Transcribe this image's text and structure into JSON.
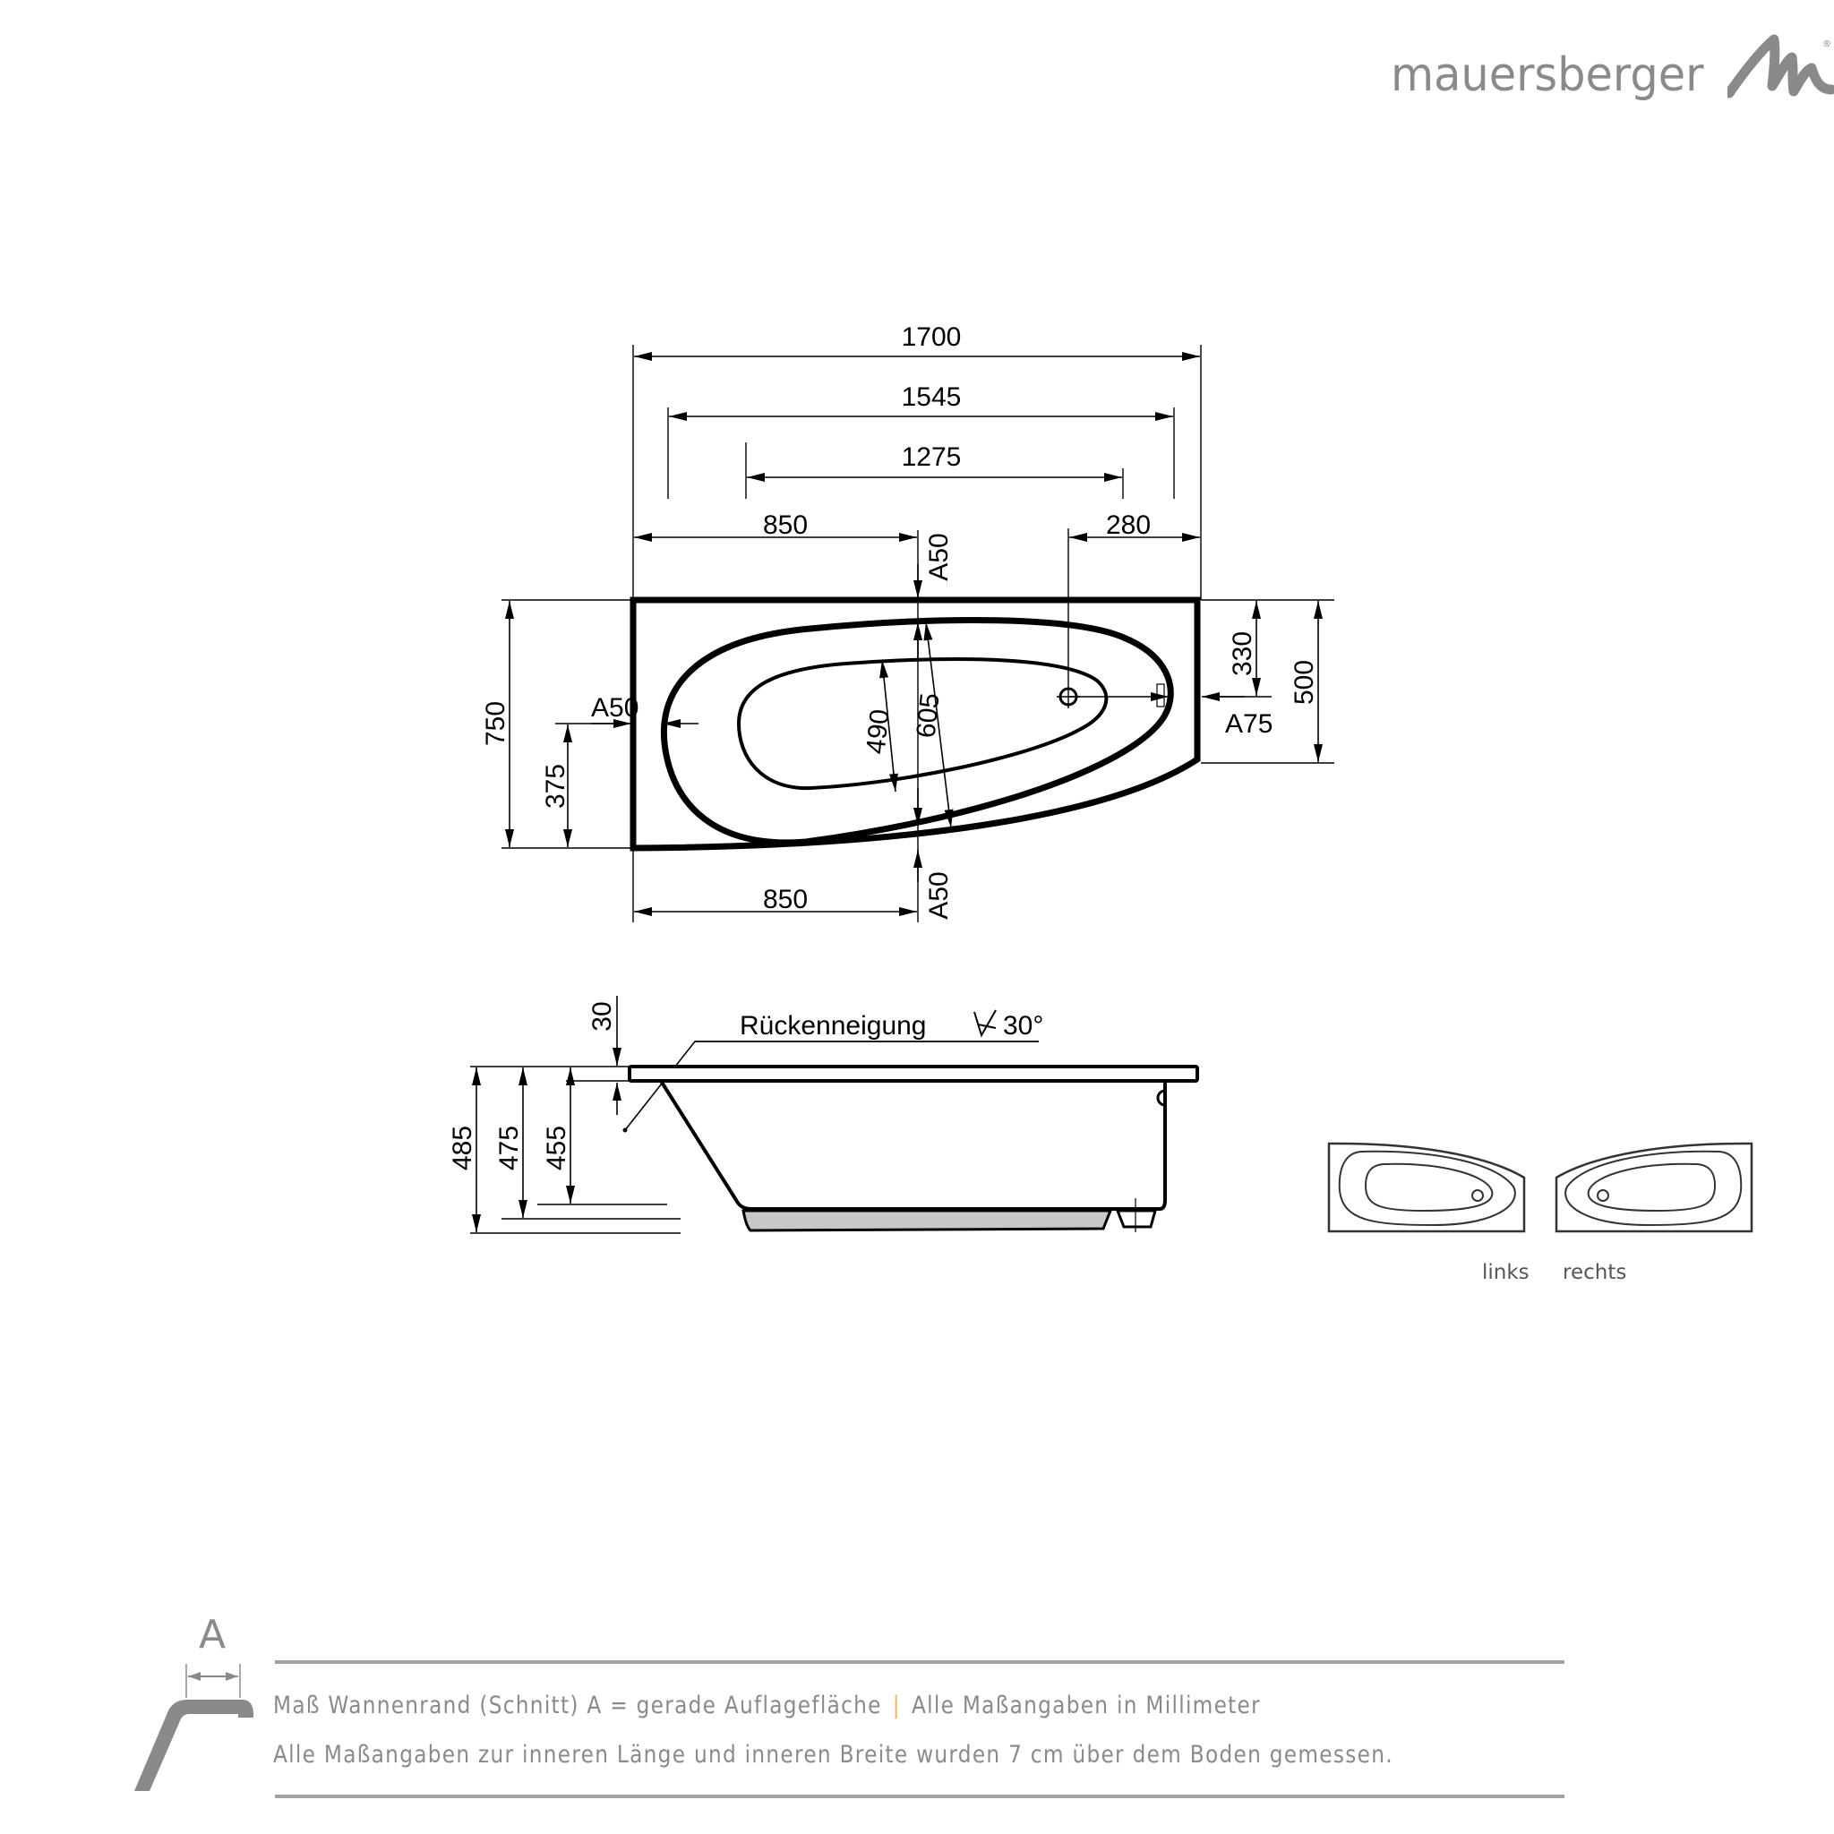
{
  "brand": {
    "name": "mauersberger",
    "registered": "®",
    "color": "#8a8a8a"
  },
  "top_view": {
    "overall_length": "1700",
    "rim_length": "1545",
    "inner_length": "1275",
    "drain_offset_top": "850",
    "drain_from_right": "280",
    "overall_width": "750",
    "center_height": "375",
    "inner_width": "490",
    "rim_width": "605",
    "right_height_drain": "330",
    "right_height": "500",
    "rim_top": "A50",
    "rim_left": "A50",
    "rim_bottom": "A50",
    "rim_right": "A75",
    "bottom_offset": "850"
  },
  "side_view": {
    "rim_thickness": "30",
    "back_slope_label": "Rückenneigung",
    "back_slope_angle": "30°",
    "height_total": "485",
    "height_feet": "475",
    "height_inner": "455"
  },
  "variants": [
    {
      "label": "links"
    },
    {
      "label": "rechts"
    }
  ],
  "legend": {
    "symbol_label": "A",
    "line1_part1": "Maß Wannenrand (Schnitt) A = gerade Auflagefläche",
    "separator": "|",
    "line1_part2": "Alle Maßangaben in Millimeter",
    "line2": "Alle Maßangaben zur inneren Länge und inneren Breite wurden 7 cm über dem Boden gemessen.",
    "separator_color": "#f0b45a",
    "text_color": "#8a8a8a"
  }
}
